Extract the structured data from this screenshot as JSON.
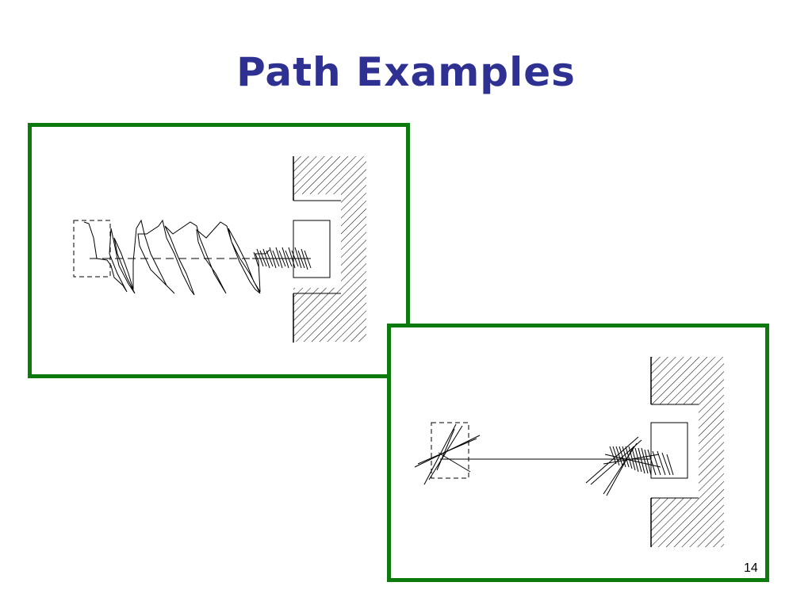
{
  "slide": {
    "title": "Path Examples",
    "page_number": "14",
    "title_color": "#2e3192",
    "frame_color": "#0d7a0d"
  },
  "figures": [
    {
      "name": "oscillating-path-example",
      "path_style": "zigzag"
    },
    {
      "name": "straight-path-example",
      "path_style": "direct"
    }
  ]
}
